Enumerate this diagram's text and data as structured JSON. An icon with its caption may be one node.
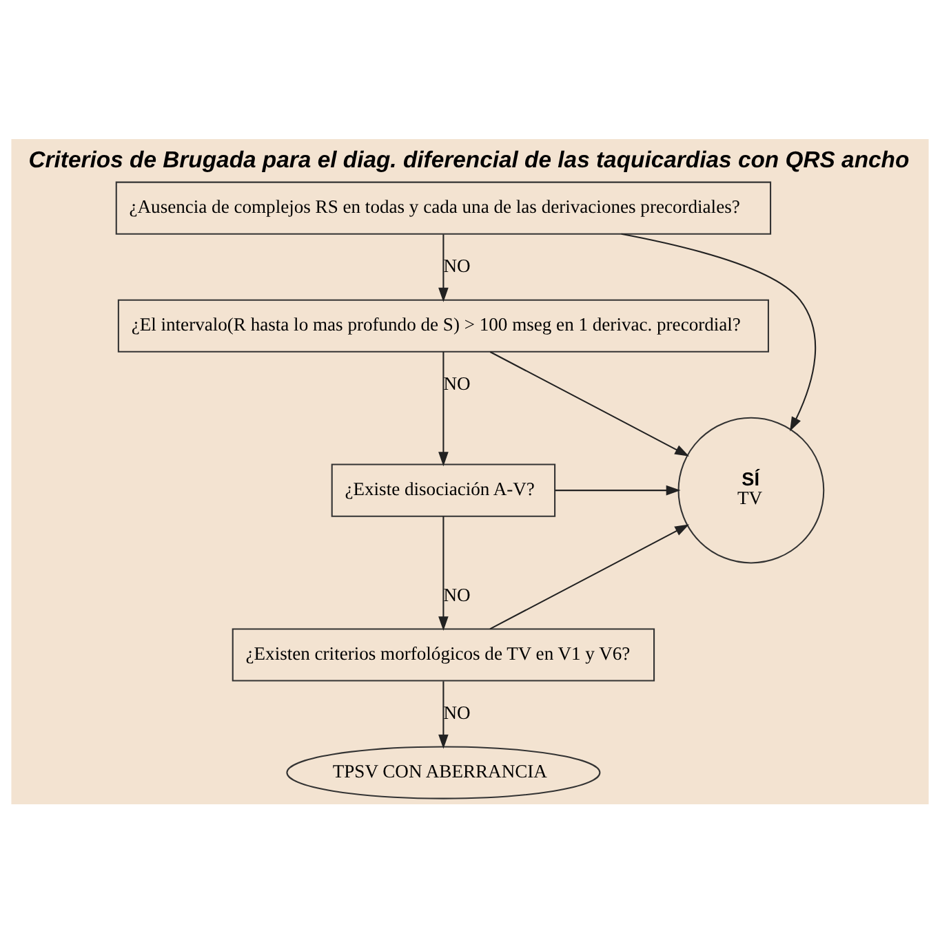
{
  "diagram": {
    "title": "Criterios de Brugada para el diag. diferencial de las taquicardias con QRS ancho",
    "nodes": [
      {
        "text": [
          "¿Ausencia de complejos RS en todas y cada una de las derivaciones precordiales?"
        ]
      },
      {
        "text": [
          "¿El intervalo(R hasta lo mas profundo de S) > 100 mseg en 1 derivac. precordial?"
        ]
      },
      {
        "text": [
          "¿Existe disociación A-V?"
        ]
      },
      {
        "text": [
          "¿Existen criterios morfológicos de TV en V1 y V6?"
        ]
      },
      {
        "text": [
          "SÍ",
          "TV"
        ]
      },
      {
        "text": [
          "TPSV CON ABERRANCIA"
        ]
      }
    ],
    "edges": [
      {
        "from": 0,
        "to": 1,
        "arrow": "to",
        "label": "NO"
      },
      {
        "from": 1,
        "to": 2,
        "arrow": "to",
        "label": "NO"
      },
      {
        "from": 2,
        "to": 3,
        "arrow": "to",
        "label": "NO"
      },
      {
        "from": 3,
        "to": 5,
        "arrow": "to",
        "label": "NO"
      },
      {
        "from": 0,
        "to": 4,
        "arrow": "to"
      },
      {
        "from": 1,
        "to": 4,
        "arrow": "to"
      },
      {
        "from": 2,
        "to": 4,
        "arrow": "to"
      },
      {
        "from": 3,
        "to": 4,
        "arrow": "to"
      }
    ]
  }
}
